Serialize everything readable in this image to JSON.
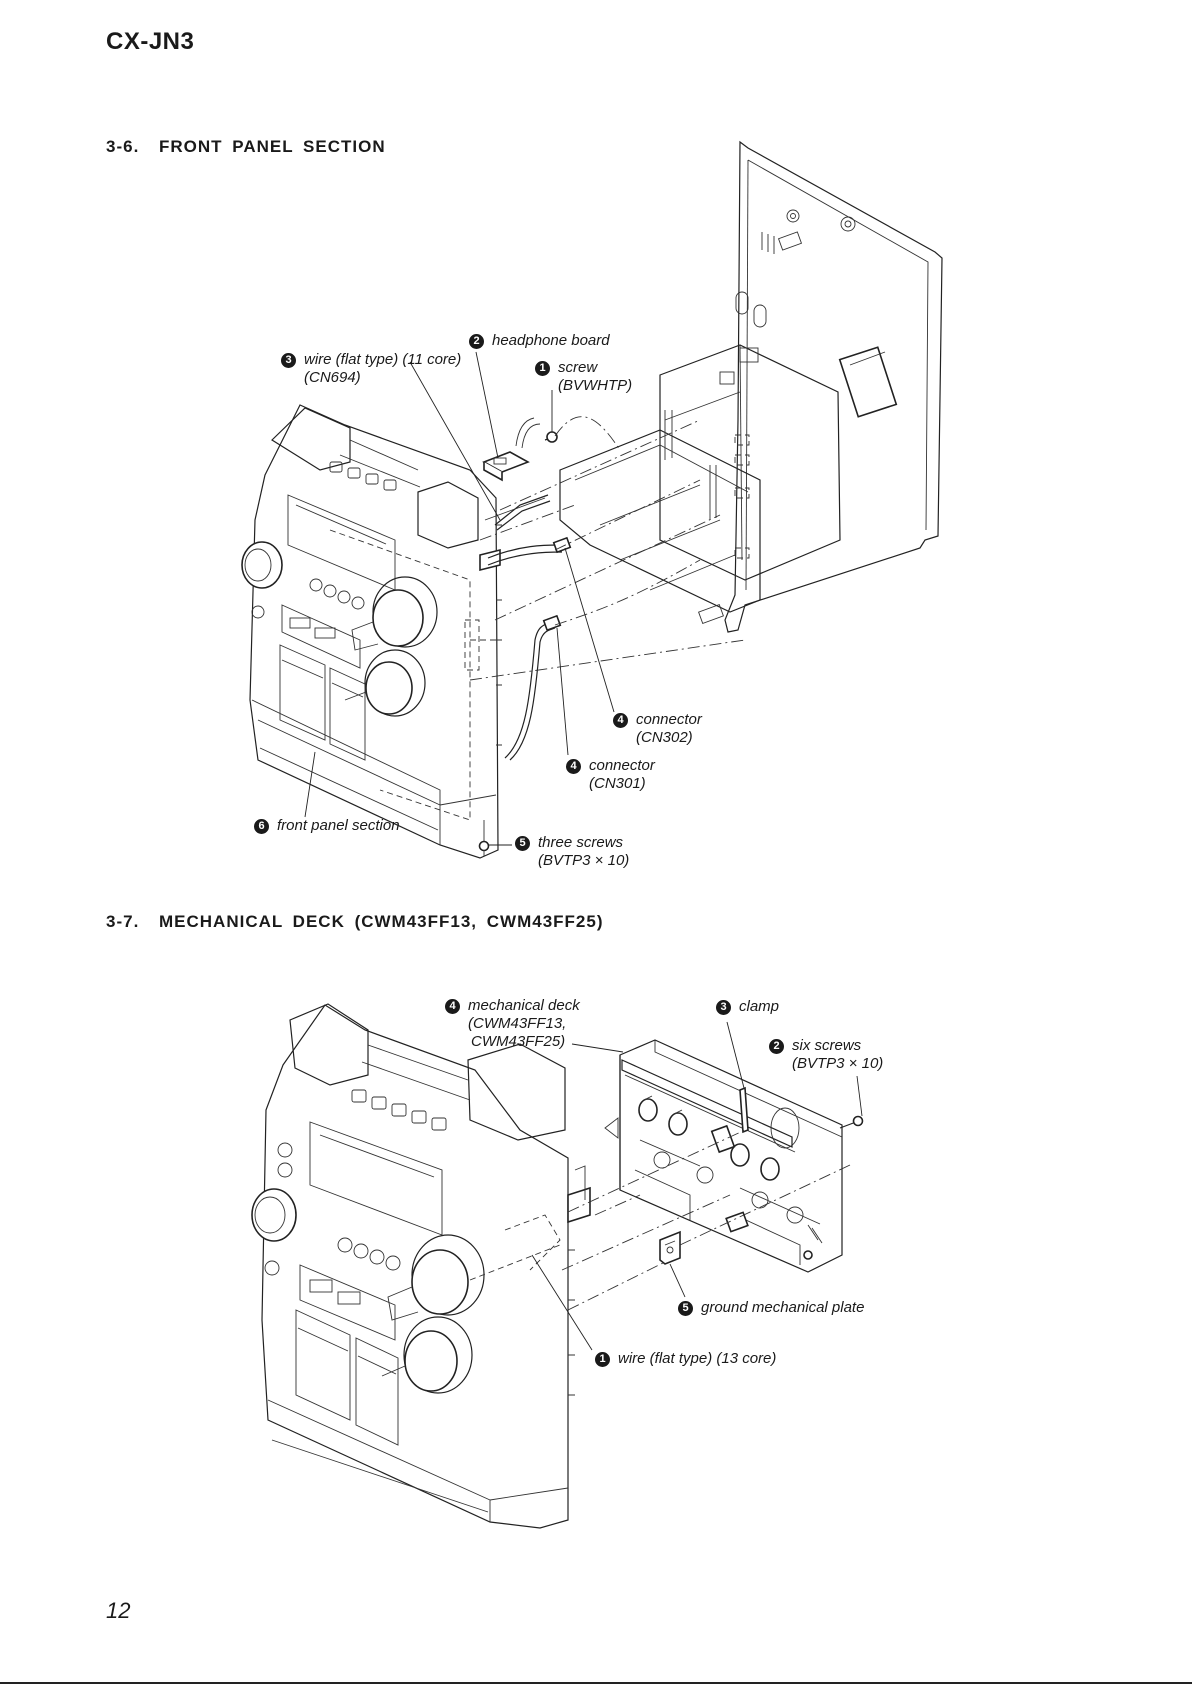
{
  "header": {
    "model": "CX-JN3"
  },
  "section_36": {
    "number": "3-6.",
    "title": "FRONT PANEL SECTION",
    "callouts": {
      "headphone_board": {
        "num": "2",
        "text": "headphone board"
      },
      "wire_11": {
        "num": "3",
        "text": "wire (flat type) (11 core)",
        "sub": "(CN694)"
      },
      "screw": {
        "num": "1",
        "text": "screw",
        "sub": "(BVWHTP)"
      },
      "connector_302": {
        "num": "4",
        "text": "connector",
        "sub": "(CN302)"
      },
      "connector_301": {
        "num": "4",
        "text": "connector",
        "sub": "(CN301)"
      },
      "front_panel": {
        "num": "6",
        "text": "front panel section"
      },
      "three_screws": {
        "num": "5",
        "text": "three screws",
        "sub": "(BVTP3 × 10)"
      }
    }
  },
  "section_37": {
    "number": "3-7.",
    "title": "MECHANICAL DECK (CWM43FF13, CWM43FF25)",
    "callouts": {
      "mech_deck": {
        "num": "4",
        "text": "mechanical deck",
        "sub1": "(CWM43FF13,",
        "sub2": "CWM43FF25)"
      },
      "clamp": {
        "num": "3",
        "text": "clamp"
      },
      "six_screws": {
        "num": "2",
        "text": "six screws",
        "sub": "(BVTP3 × 10)"
      },
      "ground_plate": {
        "num": "5",
        "text": "ground mechanical plate"
      },
      "wire_13": {
        "num": "1",
        "text": "wire (flat type) (13 core)"
      }
    }
  },
  "footer": {
    "page": "12"
  }
}
